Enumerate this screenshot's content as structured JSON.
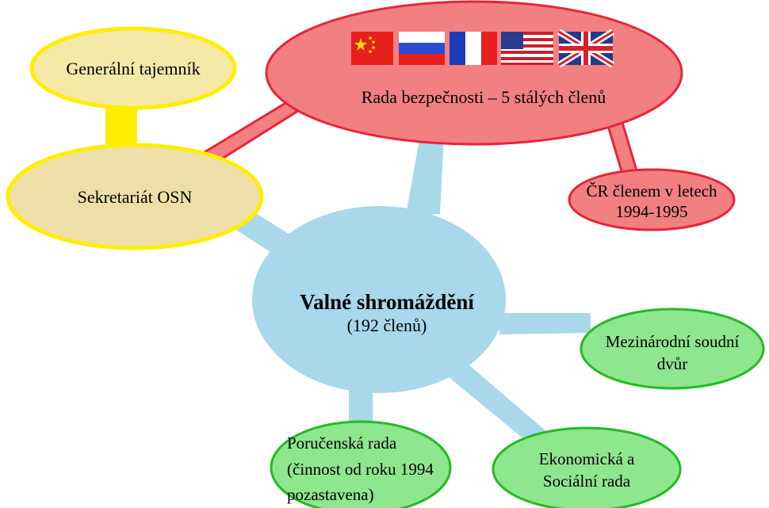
{
  "nodes": {
    "general_secretary": {
      "label": "Generální tajemník"
    },
    "secretariat": {
      "label": "Sekretariát OSN"
    },
    "security_council": {
      "label": "Rada bezpečnosti – 5 stálých členů"
    },
    "cr_member": {
      "line1": "ČR členem v letech",
      "line2": "1994-1995"
    },
    "general_assembly": {
      "title": "Valné shromáždění",
      "subtitle": "(192 členů)"
    },
    "court": {
      "line1": "Mezinárodní soudní",
      "line2": "dvůr"
    },
    "trusteeship": {
      "line1": "Poručenská rada",
      "line2": "(činnost od roku 1994",
      "line3": "pozastavena)"
    },
    "ecosoc": {
      "line1": "Ekonomická a",
      "line2": "Sociální rada"
    }
  },
  "flags": [
    {
      "name": "china-flag"
    },
    {
      "name": "russia-flag"
    },
    {
      "name": "france-flag"
    },
    {
      "name": "usa-flag"
    },
    {
      "name": "uk-flag"
    }
  ],
  "colors": {
    "assembly": "#a8d8ea",
    "yellow_fill": "#f5e9a8",
    "yellow_stroke": "#ffee00",
    "tan_fill": "#eedfa8",
    "red_fill": "#f28080",
    "red_stroke": "#e8243a",
    "green_fill": "#8ee68e",
    "green_stroke": "#22bb22"
  }
}
